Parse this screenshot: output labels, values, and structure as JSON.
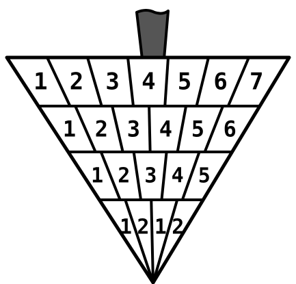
{
  "colors": {
    "handle": "#555555",
    "outline": "#000000",
    "cell_fill": "#ffffff",
    "background": "#ffffff"
  },
  "icon": "spinning-top-icon",
  "rows": [
    {
      "labels": [
        "1",
        "2",
        "3",
        "4",
        "5",
        "6",
        "7"
      ]
    },
    {
      "labels": [
        "1",
        "2",
        "3",
        "4",
        "5",
        "6"
      ]
    },
    {
      "labels": [
        "1",
        "2",
        "3",
        "4",
        "5"
      ]
    },
    {
      "labels": [
        "1",
        "2",
        "1",
        "2"
      ]
    }
  ]
}
